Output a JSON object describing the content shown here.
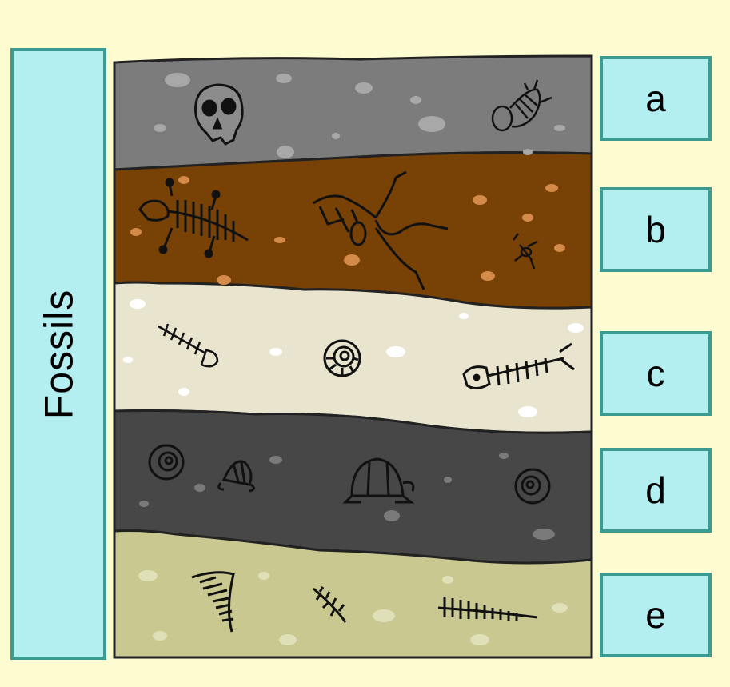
{
  "side_label": "Fossils",
  "layers": [
    {
      "id": "a",
      "label": "a",
      "color": "#7c7c7c"
    },
    {
      "id": "b",
      "label": "b",
      "color": "#784106"
    },
    {
      "id": "c",
      "label": "c",
      "color": "#e8e4ce"
    },
    {
      "id": "d",
      "label": "d",
      "color": "#474747"
    },
    {
      "id": "e",
      "label": "e",
      "color": "#c8c890"
    }
  ]
}
